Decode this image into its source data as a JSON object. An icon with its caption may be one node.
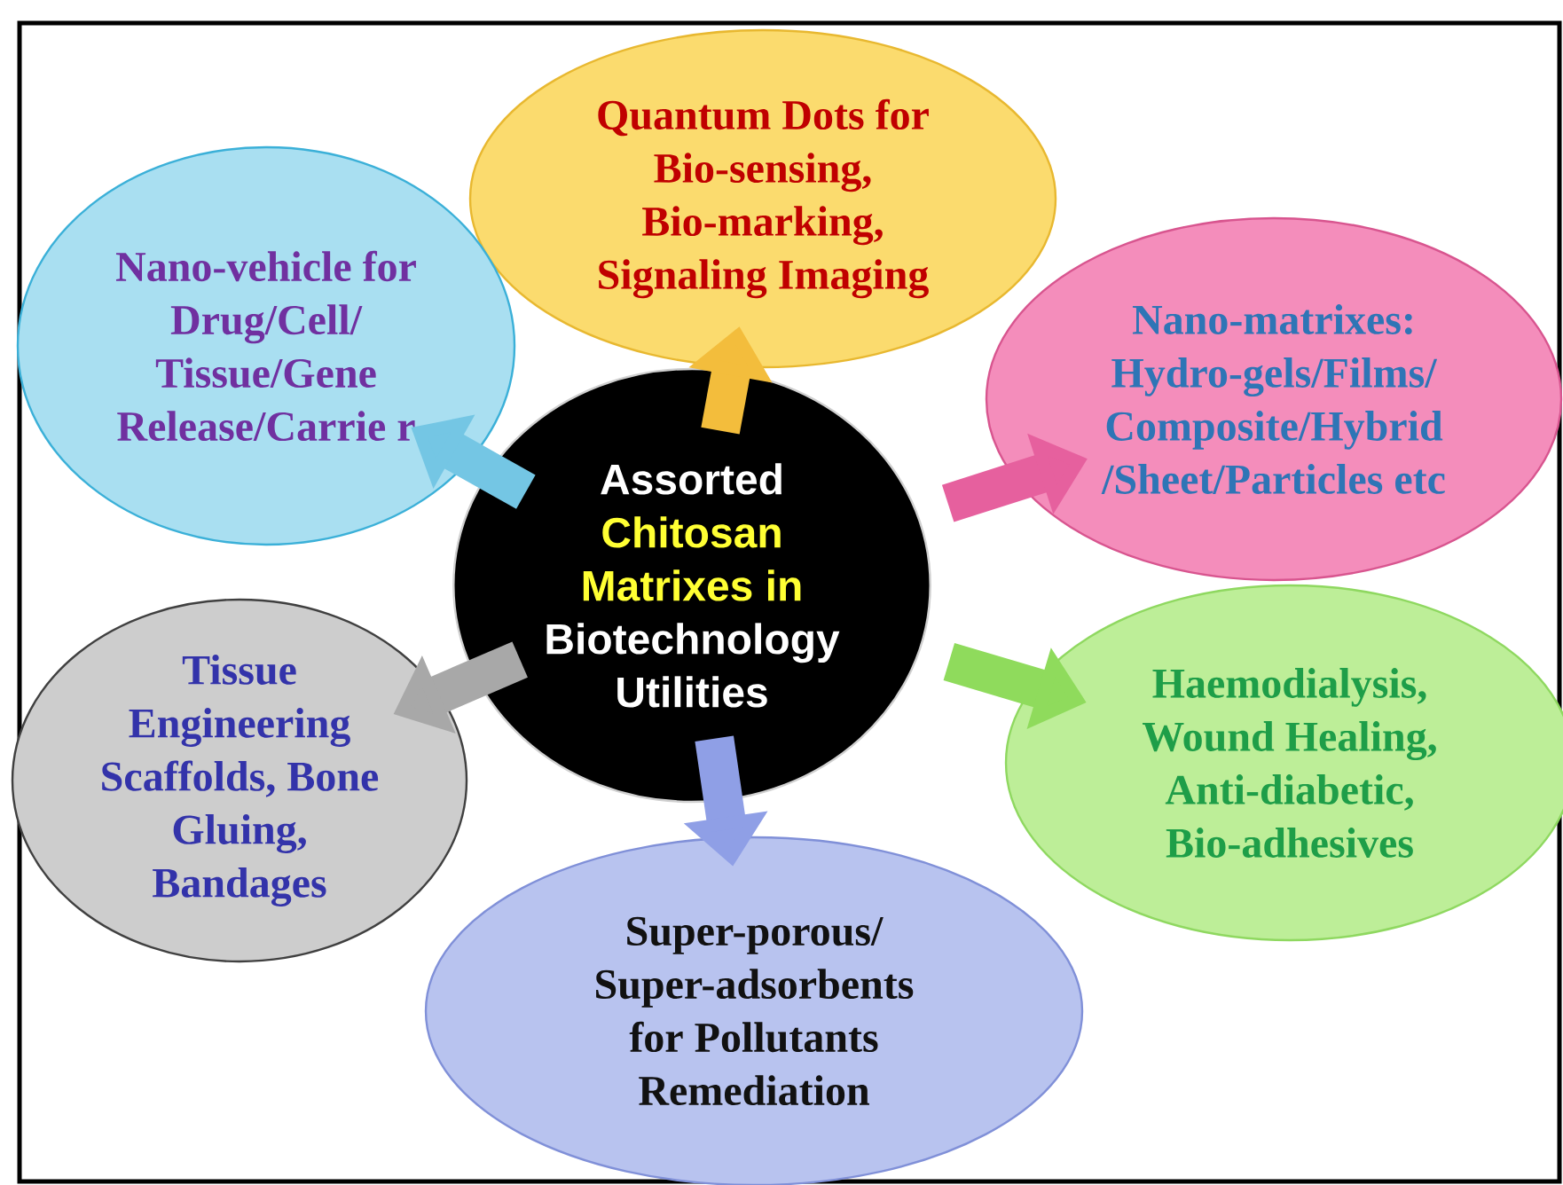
{
  "diagram": {
    "nodes": [
      {
        "text": [
          "Quantum Dots for Bio-sensing, Bio-marking, Signaling Imaging"
        ]
      },
      {
        "text": [
          "Nano-vehicle for Drug/Cell/ Tissue/Gene Release/Carrie r"
        ]
      },
      {
        "text": [
          "Nano-matrixes: Hydro-gels/Films/ Composite/Hybrid /Sheet/Particles etc"
        ]
      },
      {
        "text": [
          "Assorted",
          "Chitosan Matrixes in",
          "Biotechnology Utilities"
        ]
      },
      {
        "text": [
          "Tissue Engineering Scaffolds, Bone Gluing, Bandages"
        ]
      },
      {
        "text": [
          "Haemodialysis, Wound Healing, Anti-diabetic, Bio-adhesives"
        ]
      },
      {
        "text": [
          "Super-porous/ Super-adsorbents for Pollutants Remediation"
        ]
      }
    ],
    "edges": [
      {
        "from": 3,
        "to": 0,
        "arrow": "to",
        "color": "#f3bd3c"
      },
      {
        "from": 3,
        "to": 1,
        "arrow": "to",
        "color": "#74c6e4"
      },
      {
        "from": 3,
        "to": 2,
        "arrow": "to",
        "color": "#e6609e"
      },
      {
        "from": 3,
        "to": 4,
        "arrow": "to",
        "color": "#a8a8a8"
      },
      {
        "from": 3,
        "to": 5,
        "arrow": "to",
        "color": "#8fdb5c"
      },
      {
        "from": 3,
        "to": 6,
        "arrow": "to",
        "color": "#8f9fe6"
      }
    ]
  }
}
